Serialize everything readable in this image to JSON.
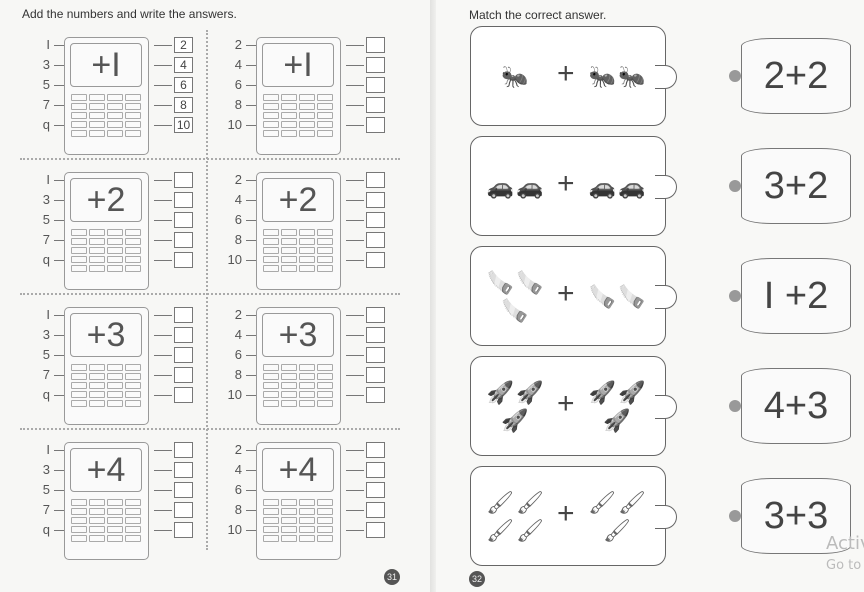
{
  "left_page": {
    "instruction": "Add the numbers and write the answers.",
    "page_number": "31",
    "rows": [
      {
        "blocks": [
          {
            "op": "+I",
            "inputs": [
              "I",
              "3",
              "5",
              "7",
              "q"
            ],
            "answers": [
              "2",
              "4",
              "6",
              "8",
              "10"
            ]
          },
          {
            "op": "+I",
            "inputs": [
              "2",
              "4",
              "6",
              "8",
              "10"
            ],
            "answers": [
              "",
              "",
              "",
              "",
              ""
            ]
          }
        ]
      },
      {
        "blocks": [
          {
            "op": "+2",
            "inputs": [
              "I",
              "3",
              "5",
              "7",
              "q"
            ],
            "answers": [
              "",
              "",
              "",
              "",
              ""
            ]
          },
          {
            "op": "+2",
            "inputs": [
              "2",
              "4",
              "6",
              "8",
              "10"
            ],
            "answers": [
              "",
              "",
              "",
              "",
              ""
            ]
          }
        ]
      },
      {
        "blocks": [
          {
            "op": "+3",
            "inputs": [
              "I",
              "3",
              "5",
              "7",
              "q"
            ],
            "answers": [
              "",
              "",
              "",
              "",
              ""
            ]
          },
          {
            "op": "+3",
            "inputs": [
              "2",
              "4",
              "6",
              "8",
              "10"
            ],
            "answers": [
              "",
              "",
              "",
              "",
              ""
            ]
          }
        ]
      },
      {
        "blocks": [
          {
            "op": "+4",
            "inputs": [
              "I",
              "3",
              "5",
              "7",
              "q"
            ],
            "answers": [
              "",
              "",
              "",
              "",
              ""
            ]
          },
          {
            "op": "+4",
            "inputs": [
              "2",
              "4",
              "6",
              "8",
              "10"
            ],
            "answers": [
              "",
              "",
              "",
              "",
              ""
            ]
          }
        ]
      }
    ]
  },
  "right_page": {
    "instruction": "Match the correct answer.",
    "page_number": "32",
    "cards": [
      {
        "item": "ant",
        "icon": "🐜",
        "left_count": 1,
        "right_count": 2,
        "plus": "+"
      },
      {
        "item": "car",
        "icon": "🚗",
        "left_count": 2,
        "right_count": 2,
        "plus": "+"
      },
      {
        "item": "saw",
        "icon": "🪚",
        "left_count": 3,
        "right_count": 2,
        "plus": "+"
      },
      {
        "item": "rocket",
        "icon": "🚀",
        "left_count": 3,
        "right_count": 3,
        "plus": "+"
      },
      {
        "item": "paintbrush",
        "icon": "🖌",
        "left_count": 4,
        "right_count": 3,
        "plus": "+"
      }
    ],
    "expressions": [
      "2+2",
      "3+2",
      "I +2",
      "4+3",
      "3+3"
    ]
  },
  "watermark": {
    "line1": "Activ",
    "line2": "Go to"
  }
}
